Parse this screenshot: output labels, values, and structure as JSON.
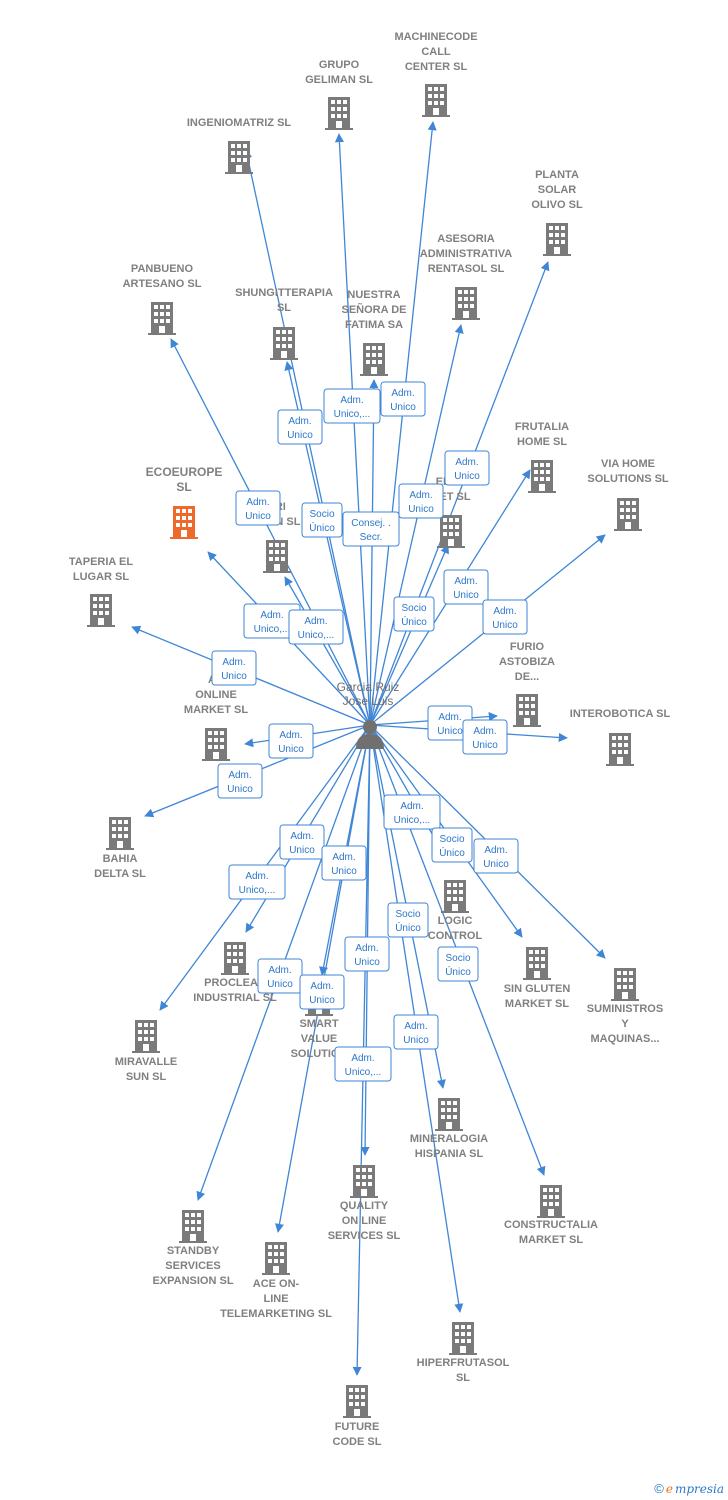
{
  "colors": {
    "edge": "#3f86d6",
    "building": "#7a7a7a",
    "highlight": "#ee6a2a",
    "person": "#707070",
    "label": "#808080"
  },
  "person": {
    "lines": [
      "Garcia Ruiz",
      "Jose Luis"
    ]
  },
  "companies": [
    {
      "id": "machinecode",
      "lines": [
        "MACHINECODE",
        "CALL",
        "CENTER  SL"
      ]
    },
    {
      "id": "grupo",
      "lines": [
        "GRUPO",
        "GELIMAN  SL"
      ]
    },
    {
      "id": "ingeniomatriz",
      "lines": [
        "INGENIOMATRIZ SL"
      ]
    },
    {
      "id": "planta",
      "lines": [
        "PLANTA",
        "SOLAR",
        "OLIVO SL"
      ]
    },
    {
      "id": "asesoria",
      "lines": [
        "ASESORIA",
        "ADMINISTRATIVA",
        "RENTASOL SL"
      ]
    },
    {
      "id": "panbueno",
      "lines": [
        "PANBUENO",
        "ARTESANO  SL"
      ]
    },
    {
      "id": "shungit",
      "lines": [
        "SHUNGITTERAPIA",
        "SL"
      ]
    },
    {
      "id": "nuestra",
      "lines": [
        "NUESTRA",
        "SEÑORA DE",
        "FATIMA SA"
      ]
    },
    {
      "id": "frutalia",
      "lines": [
        "FRUTALIA",
        "HOME  SL"
      ]
    },
    {
      "id": "viahome",
      "lines": [
        "VIA HOME",
        "SOLUTIONS SL"
      ]
    },
    {
      "id": "ecoeurope",
      "lines": [
        "ECOEUROPE",
        "SL"
      ],
      "highlight": true
    },
    {
      "id": "fmarket",
      "lines": [
        "F",
        "ERNE",
        "KET  SL"
      ]
    },
    {
      "id": "tri",
      "lines": [
        "TRI",
        "SPAN  SL"
      ]
    },
    {
      "id": "taperia",
      "lines": [
        "TAPERIA EL",
        "LUGAR SL"
      ]
    },
    {
      "id": "furio",
      "lines": [
        "FURIO",
        "ASTOBIZA",
        "DE..."
      ]
    },
    {
      "id": "acone",
      "lines": [
        "AC",
        "ONLINE",
        "MARKET SL"
      ]
    },
    {
      "id": "interobotica",
      "lines": [
        "INTEROBOTICA SL"
      ]
    },
    {
      "id": "bahia",
      "lines": [
        "BAHIA",
        "DELTA SL"
      ]
    },
    {
      "id": "logic",
      "lines": [
        "LOGIC",
        "CONTROL",
        "MA      L"
      ]
    },
    {
      "id": "singluten",
      "lines": [
        "SIN GLUTEN",
        "MARKET  SL"
      ]
    },
    {
      "id": "suministros",
      "lines": [
        "SUMINISTROS",
        "Y",
        "MAQUINAS..."
      ]
    },
    {
      "id": "proclean",
      "lines": [
        "PROCLEAN",
        "INDUSTRIAL SL"
      ]
    },
    {
      "id": "smart",
      "lines": [
        "SMART",
        "VALUE",
        "SOLUTION"
      ]
    },
    {
      "id": "miravalle",
      "lines": [
        "MIRAVALLE",
        "SUN  SL"
      ]
    },
    {
      "id": "mineralogia",
      "lines": [
        "MINERALOGIA",
        "HISPANIA  SL"
      ]
    },
    {
      "id": "constructalia",
      "lines": [
        "CONSTRUCTALIA",
        "MARKET  SL"
      ]
    },
    {
      "id": "quality",
      "lines": [
        "QUALITY",
        "ON LINE",
        "SERVICES  SL"
      ]
    },
    {
      "id": "standby",
      "lines": [
        "STANDBY",
        "SERVICES",
        "EXPANSION SL"
      ]
    },
    {
      "id": "aceonline",
      "lines": [
        "ACE ON-",
        "LINE",
        "TELEMARKETING SL"
      ]
    },
    {
      "id": "hiperfrutasol",
      "lines": [
        "HIPERFRUTASOL",
        "SL"
      ]
    },
    {
      "id": "future",
      "lines": [
        "FUTURE",
        "CODE  SL"
      ]
    }
  ],
  "relations": [
    {
      "id": "r1",
      "lines": [
        "Adm.",
        "Unico"
      ]
    },
    {
      "id": "r2",
      "lines": [
        "Adm.",
        "Unico,..."
      ]
    },
    {
      "id": "r3",
      "lines": [
        "Adm.",
        "Unico"
      ]
    },
    {
      "id": "r4",
      "lines": [
        "Adm.",
        "Unico"
      ]
    },
    {
      "id": "r5",
      "lines": [
        "Adm.",
        "Unico"
      ]
    },
    {
      "id": "r6",
      "lines": [
        "Adm.",
        "Unico"
      ]
    },
    {
      "id": "r7",
      "lines": [
        "Socio",
        "Único"
      ]
    },
    {
      "id": "r8",
      "lines": [
        "Consej. .",
        "Secr."
      ]
    },
    {
      "id": "r9",
      "lines": [
        "Adm.",
        "Unico,..."
      ]
    },
    {
      "id": "r10",
      "lines": [
        "Adm.",
        "Unico,..."
      ]
    },
    {
      "id": "r11",
      "lines": [
        "Adm.",
        "Unico"
      ]
    },
    {
      "id": "r12",
      "lines": [
        "Socio",
        "Único"
      ]
    },
    {
      "id": "r13",
      "lines": [
        "Adm.",
        "Unico"
      ]
    },
    {
      "id": "r14",
      "lines": [
        "Adm.",
        "Unico"
      ]
    },
    {
      "id": "r15",
      "lines": [
        "Adm.",
        "Unico"
      ]
    },
    {
      "id": "r16",
      "lines": [
        "Adm.",
        "Unico"
      ]
    },
    {
      "id": "r17",
      "lines": [
        "Adm.",
        "Unico"
      ]
    },
    {
      "id": "r18",
      "lines": [
        "Adm.",
        "Unico"
      ]
    },
    {
      "id": "r19",
      "lines": [
        "Adm.",
        "Unico,..."
      ]
    },
    {
      "id": "r20",
      "lines": [
        "Socio",
        "Único"
      ]
    },
    {
      "id": "r21",
      "lines": [
        "Adm.",
        "Unico"
      ]
    },
    {
      "id": "r22",
      "lines": [
        "Adm.",
        "Unico"
      ]
    },
    {
      "id": "r23",
      "lines": [
        "Adm.",
        "Unico"
      ]
    },
    {
      "id": "r24",
      "lines": [
        "Adm.",
        "Unico,..."
      ]
    },
    {
      "id": "r25",
      "lines": [
        "Socio",
        "Único"
      ]
    },
    {
      "id": "r26",
      "lines": [
        "Socio",
        "Único"
      ]
    },
    {
      "id": "r27",
      "lines": [
        "Adm.",
        "Unico"
      ]
    },
    {
      "id": "r28",
      "lines": [
        "Adm.",
        "Unico"
      ]
    },
    {
      "id": "r29",
      "lines": [
        "Adm.",
        "Unico"
      ]
    },
    {
      "id": "r30",
      "lines": [
        "Adm.",
        "Unico"
      ]
    },
    {
      "id": "r31",
      "lines": [
        "Adm.",
        "Unico,..."
      ]
    }
  ],
  "copyright": {
    "symbol": "©",
    "brand_initial": "e",
    "brand_rest": "mpresia"
  }
}
